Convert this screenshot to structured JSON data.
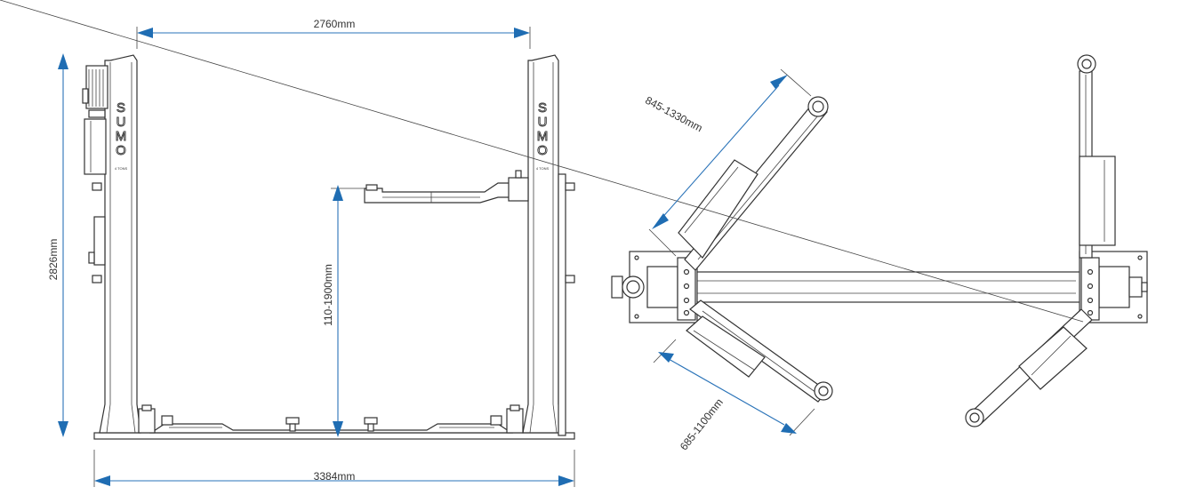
{
  "dimensions": {
    "top_width": "2760mm",
    "height": "2826mm",
    "lift_height": "110-1900mm",
    "base_width": "3384mm",
    "long_arm": "845-1330mm",
    "short_arm": "685-1100mm"
  },
  "brand": {
    "letters": [
      "S",
      "U",
      "M",
      "O"
    ],
    "capacity": "4 TONS"
  },
  "colors": {
    "dimension_line": "#2a73b8",
    "arrow": "#1f6db3",
    "outline": "#333333"
  }
}
